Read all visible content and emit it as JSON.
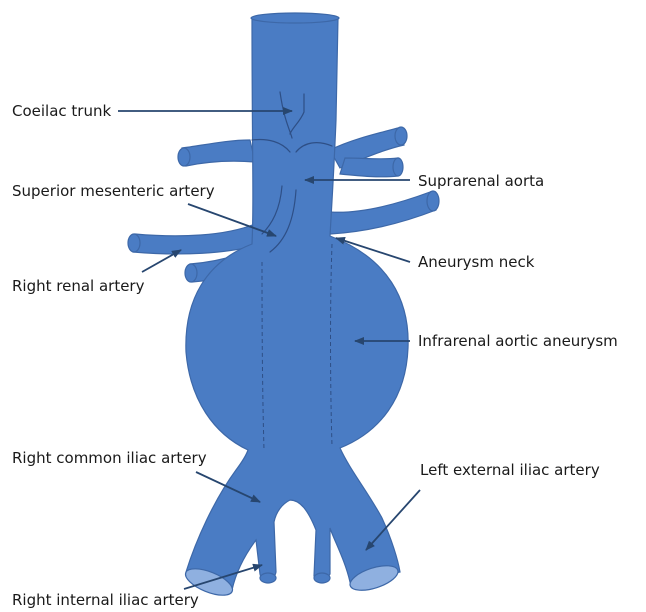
{
  "labels": {
    "coeliac_trunk": "Coeilac trunk",
    "superior_mesenteric_artery": "Superior mesenteric artery",
    "right_renal_artery": "Right renal artery",
    "suprarenal_aorta": "Suprarenal aorta",
    "aneurysm_neck": "Aneurysm neck",
    "infrarenal_aortic_aneurysm": "Infrarenal aortic aneurysm",
    "right_common_iliac_artery": "Right common iliac artery",
    "left_external_iliac_artery": "Left external iliac artery",
    "right_internal_iliac_artery": "Right internal iliac artery"
  },
  "colors": {
    "vessel_fill": "#4a7cc4",
    "vessel_cut_end": "#8fb0e0",
    "leader_line": "#27466f"
  }
}
